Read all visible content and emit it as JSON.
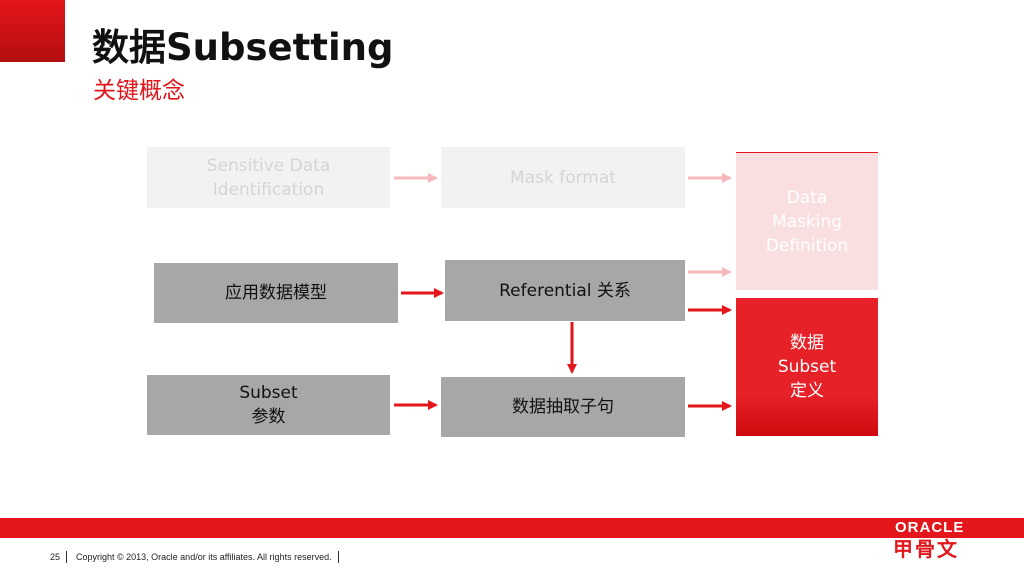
{
  "slide": {
    "title": "数据Subsetting",
    "subtitle": "关键概念"
  },
  "boxes": {
    "sensitive": "Sensitive Data\nIdentification",
    "mask_format": "Mask format",
    "masking_def": "Data\nMasking\nDefinition",
    "app_model": "应用数据模型",
    "referential": "Referential 关系",
    "subset_def": "数据\nSubset\n定义",
    "subset_params": "Subset\n参数",
    "extract": "数据抽取子句"
  },
  "footer": {
    "page_number": "25",
    "copyright": "Copyright © 2013, Oracle and/or its affiliates. All rights reserved.",
    "logo_en": "ORACLE",
    "logo_cn": "甲骨文"
  },
  "colors": {
    "accent": "#e2161b",
    "gray_box": "#a7a7a7",
    "faded_box": "#f2f2f2",
    "pink_box": "#f9dfe0"
  }
}
